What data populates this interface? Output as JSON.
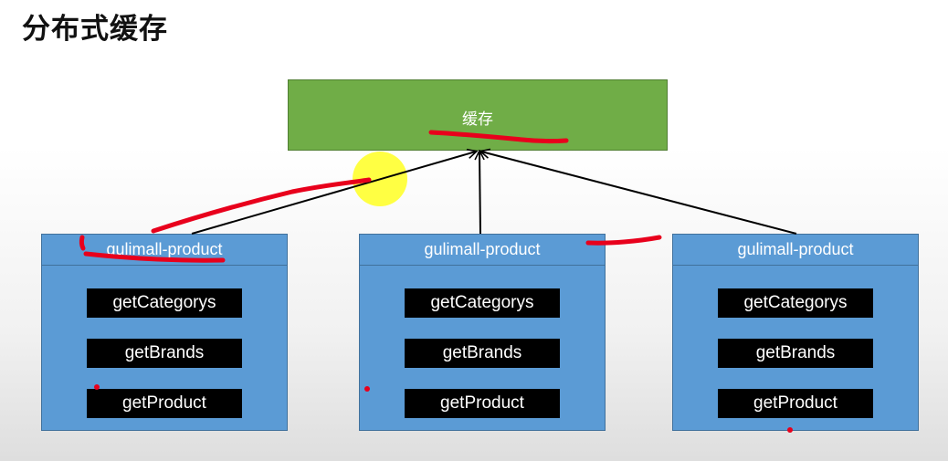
{
  "title": "分布式缓存",
  "cache": {
    "label": "缓存"
  },
  "services": [
    {
      "name": "gulimall-product",
      "methods": [
        "getCategorys",
        "getBrands",
        "getProduct"
      ]
    },
    {
      "name": "gulimall-product",
      "methods": [
        "getCategorys",
        "getBrands",
        "getProduct"
      ]
    },
    {
      "name": "gulimall-product",
      "methods": [
        "getCategorys",
        "getBrands",
        "getProduct"
      ]
    }
  ],
  "colors": {
    "cache_fill": "#70ad47",
    "service_fill": "#5b9bd5",
    "method_fill": "#000000",
    "annotation_red": "#e8001c",
    "highlight_yellow": "#ffff33"
  }
}
